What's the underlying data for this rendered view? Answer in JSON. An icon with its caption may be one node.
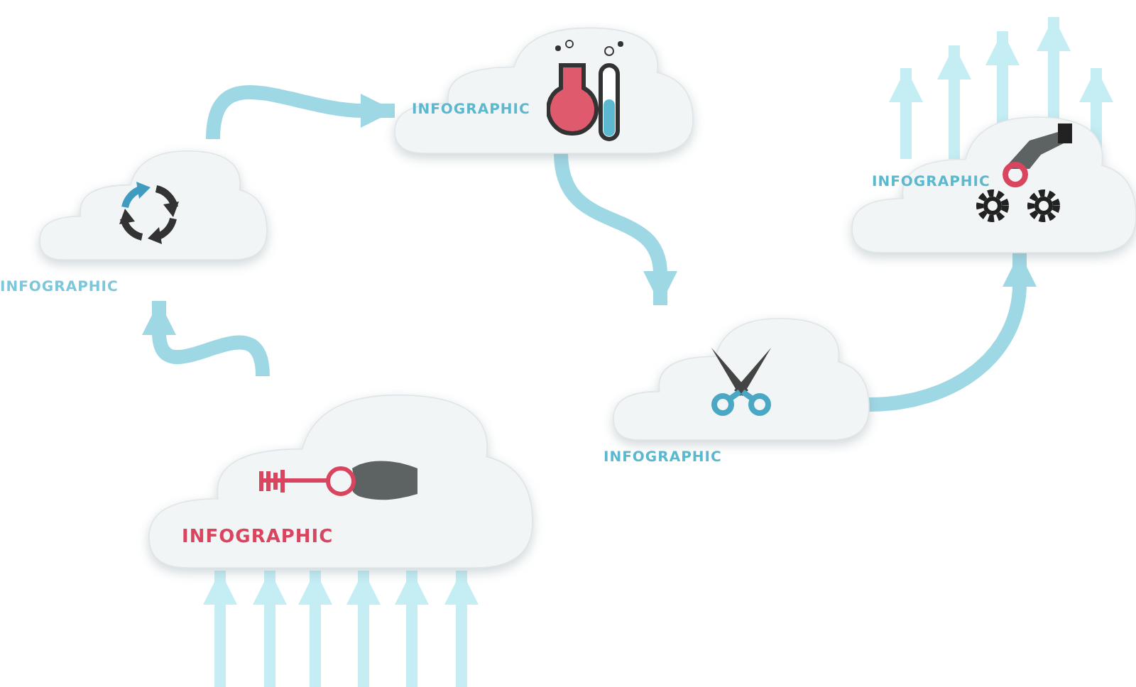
{
  "diagram": {
    "nodes": [
      {
        "text": [
          "INFOGRAPHIC"
        ]
      },
      {
        "text": [
          "INFOGRAPHIC"
        ]
      },
      {
        "text": [
          "INFOGRAPHIC"
        ]
      },
      {
        "text": [
          "INFOGRAPHIC"
        ]
      },
      {
        "text": [
          "INFOGRAPHIC"
        ]
      }
    ],
    "edges": [
      {
        "from": 0,
        "to": 1,
        "arrow": "to",
        "color": "#9fd8e5"
      },
      {
        "from": 1,
        "to": 2,
        "arrow": "to",
        "color": "#9fd8e5"
      },
      {
        "from": 2,
        "to": 3,
        "arrow": "to",
        "color": "#9fd8e5"
      },
      {
        "from": 3,
        "to": 4,
        "arrow": "to",
        "color": "#9fd8e5"
      },
      {
        "from": null,
        "to": 0,
        "arrow": "to"
      },
      {
        "from": null,
        "to": 0,
        "arrow": "to"
      },
      {
        "from": null,
        "to": 0,
        "arrow": "to"
      },
      {
        "from": null,
        "to": 0,
        "arrow": "to"
      },
      {
        "from": null,
        "to": 0,
        "arrow": "to"
      },
      {
        "from": null,
        "to": 0,
        "arrow": "to"
      },
      {
        "from": 4,
        "to": null,
        "arrow": "to"
      },
      {
        "from": 4,
        "to": null,
        "arrow": "to"
      },
      {
        "from": 4,
        "to": null,
        "arrow": "to"
      },
      {
        "from": 4,
        "to": null,
        "arrow": "to"
      },
      {
        "from": 4,
        "to": null,
        "arrow": "to"
      }
    ]
  }
}
